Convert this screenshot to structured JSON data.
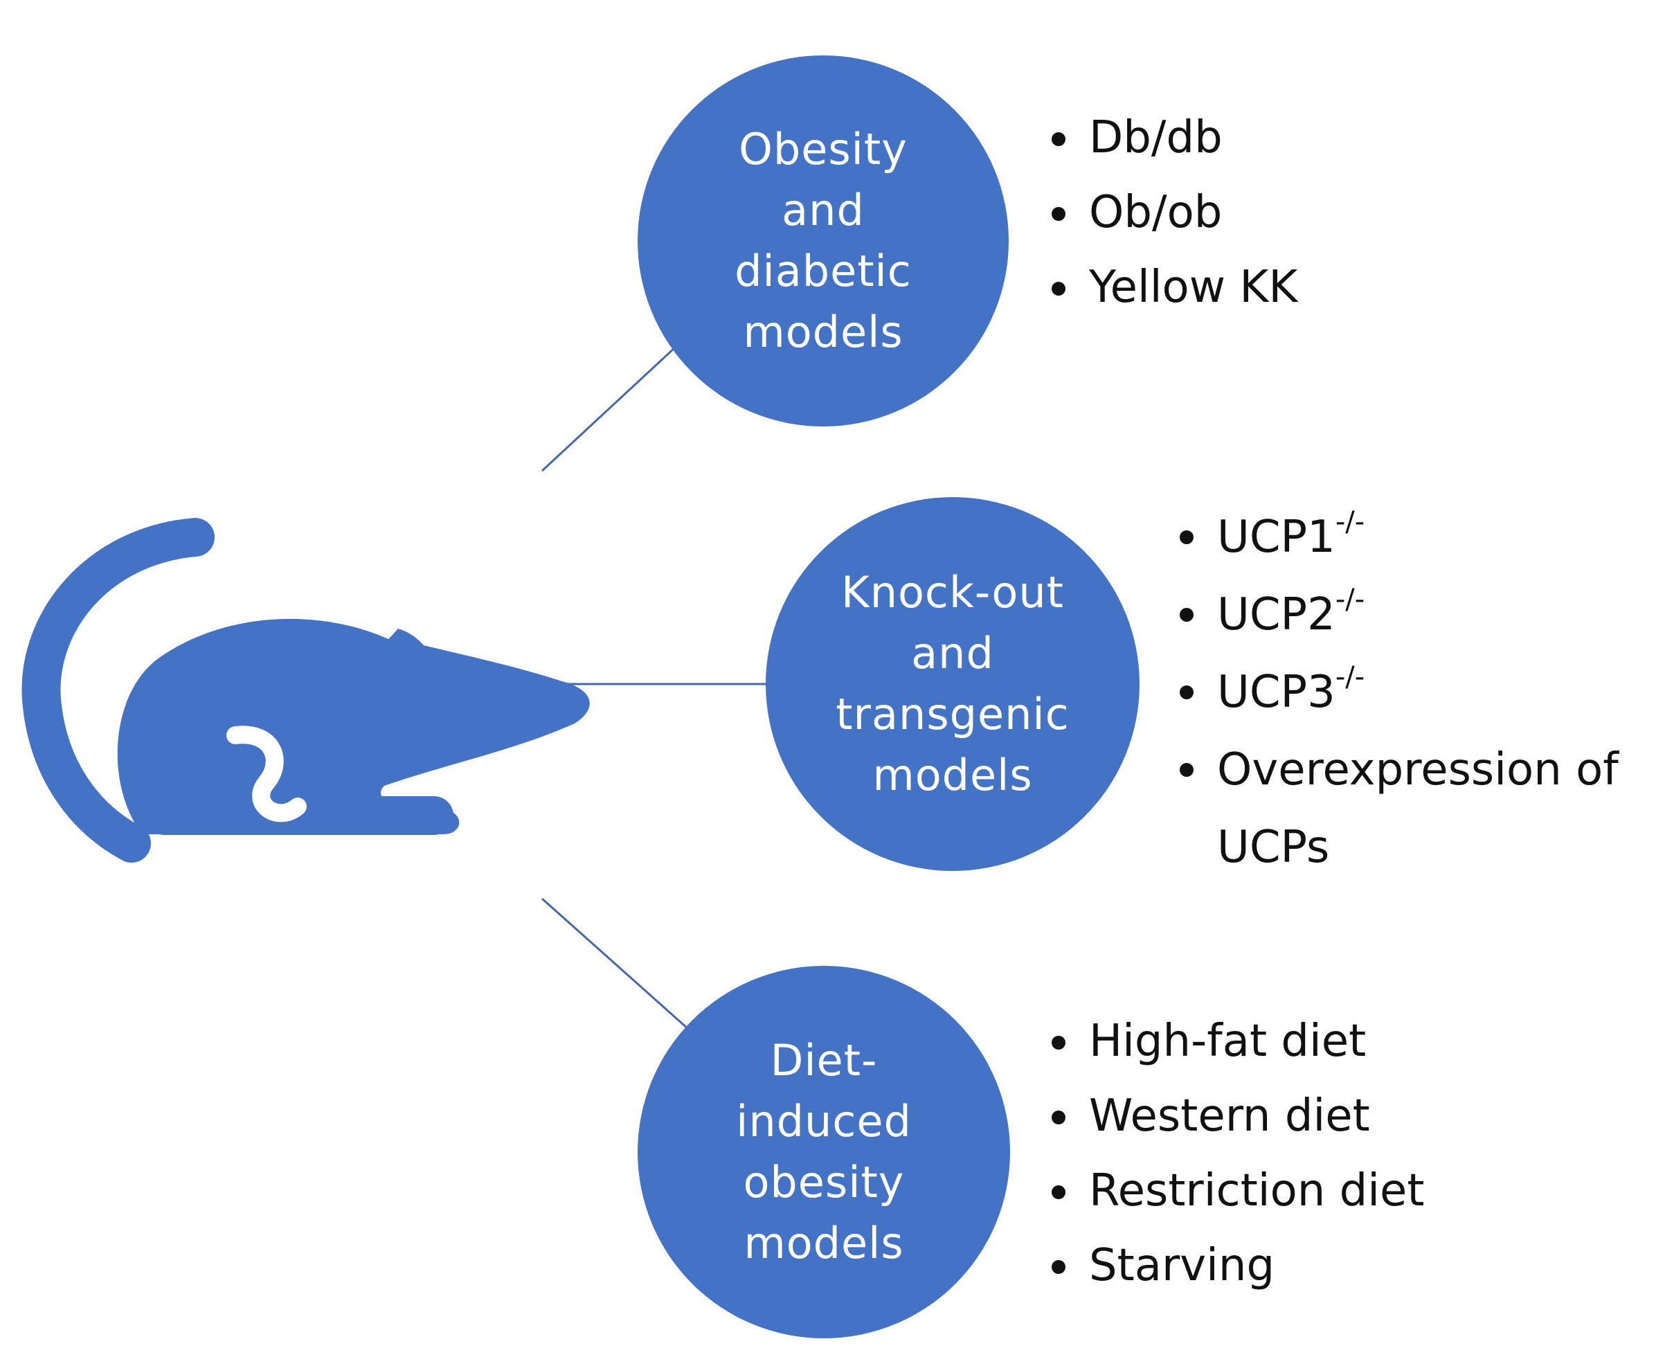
{
  "colors": {
    "accent": "#4472c4",
    "connector": "#4a66a8",
    "text": "#111111",
    "circle_text": "#ffffff"
  },
  "icon": "mouse-icon",
  "groups": [
    {
      "title_lines": [
        "Obesity",
        "and",
        "diabetic",
        "models"
      ],
      "items": [
        "Db/db",
        "Ob/ob",
        "Yellow KK"
      ]
    },
    {
      "title_lines": [
        "Knock-out",
        "and",
        "transgenic",
        "models"
      ],
      "items": [
        {
          "text": "UCP1",
          "sup": "-/-"
        },
        {
          "text": "UCP2",
          "sup": "-/-"
        },
        {
          "text": "UCP3",
          "sup": "-/-"
        },
        {
          "text": "Overexpression of",
          "cont": "UCPs"
        }
      ]
    },
    {
      "title_lines": [
        "Diet-",
        "induced",
        "obesity",
        "models"
      ],
      "items": [
        "High-fat diet",
        "Western diet",
        "Restriction diet",
        "Starving"
      ]
    }
  ]
}
